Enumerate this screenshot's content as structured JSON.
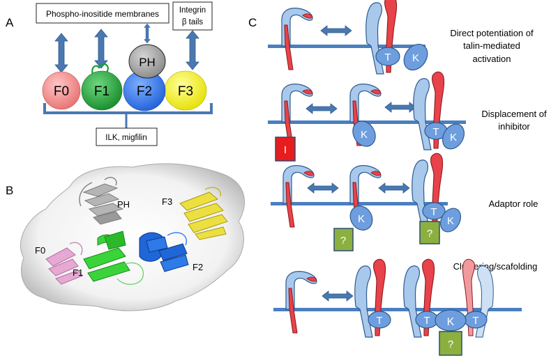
{
  "panels": {
    "a": {
      "letter": "A",
      "box_phospho": "Phospho-inositide membranes",
      "box_integrin_line1": "Integrin",
      "box_integrin_line2": "β tails",
      "box_ilk": "ILK, migfilin",
      "domains": [
        {
          "label": "F0",
          "color": "#f08080"
        },
        {
          "label": "F1",
          "color": "#22a33a"
        },
        {
          "label": "F2",
          "color": "#2f6fe0"
        },
        {
          "label": "F3",
          "color": "#f2f020"
        }
      ],
      "ph_label": "PH",
      "ph_color": "#a0a0a0",
      "arrow_color": "#4a78b0"
    },
    "b": {
      "letter": "B",
      "labels": {
        "ph": "PH",
        "f3": "F3",
        "f0": "F0",
        "f1": "F1",
        "f2": "F2"
      },
      "colors": {
        "ph": "#a8a8a8",
        "f3": "#e6d830",
        "f0": "#e4a0d0",
        "f1": "#30cc30",
        "f2": "#1f66d8"
      }
    },
    "c": {
      "letter": "C",
      "membrane_color": "#4a7fc0",
      "alpha_color": "#e8424a",
      "beta_color": "#a8c8ec",
      "circle_color": "#6e9ede",
      "inhibitor_color": "#e81c1c",
      "adaptor_color": "#8cb040",
      "rows": [
        {
          "caption_lines": [
            "Direct potentiation of",
            "talin-mediated",
            "activation"
          ]
        },
        {
          "caption_lines": [
            "Displacement of",
            "inhibitor"
          ]
        },
        {
          "caption_lines": [
            "Adaptor role"
          ]
        },
        {
          "caption_lines": [
            "Clustering/scafolding"
          ]
        }
      ],
      "letters": {
        "talin": "T",
        "kindlin": "K",
        "inhibitor": "I",
        "unknown": "?"
      }
    }
  }
}
